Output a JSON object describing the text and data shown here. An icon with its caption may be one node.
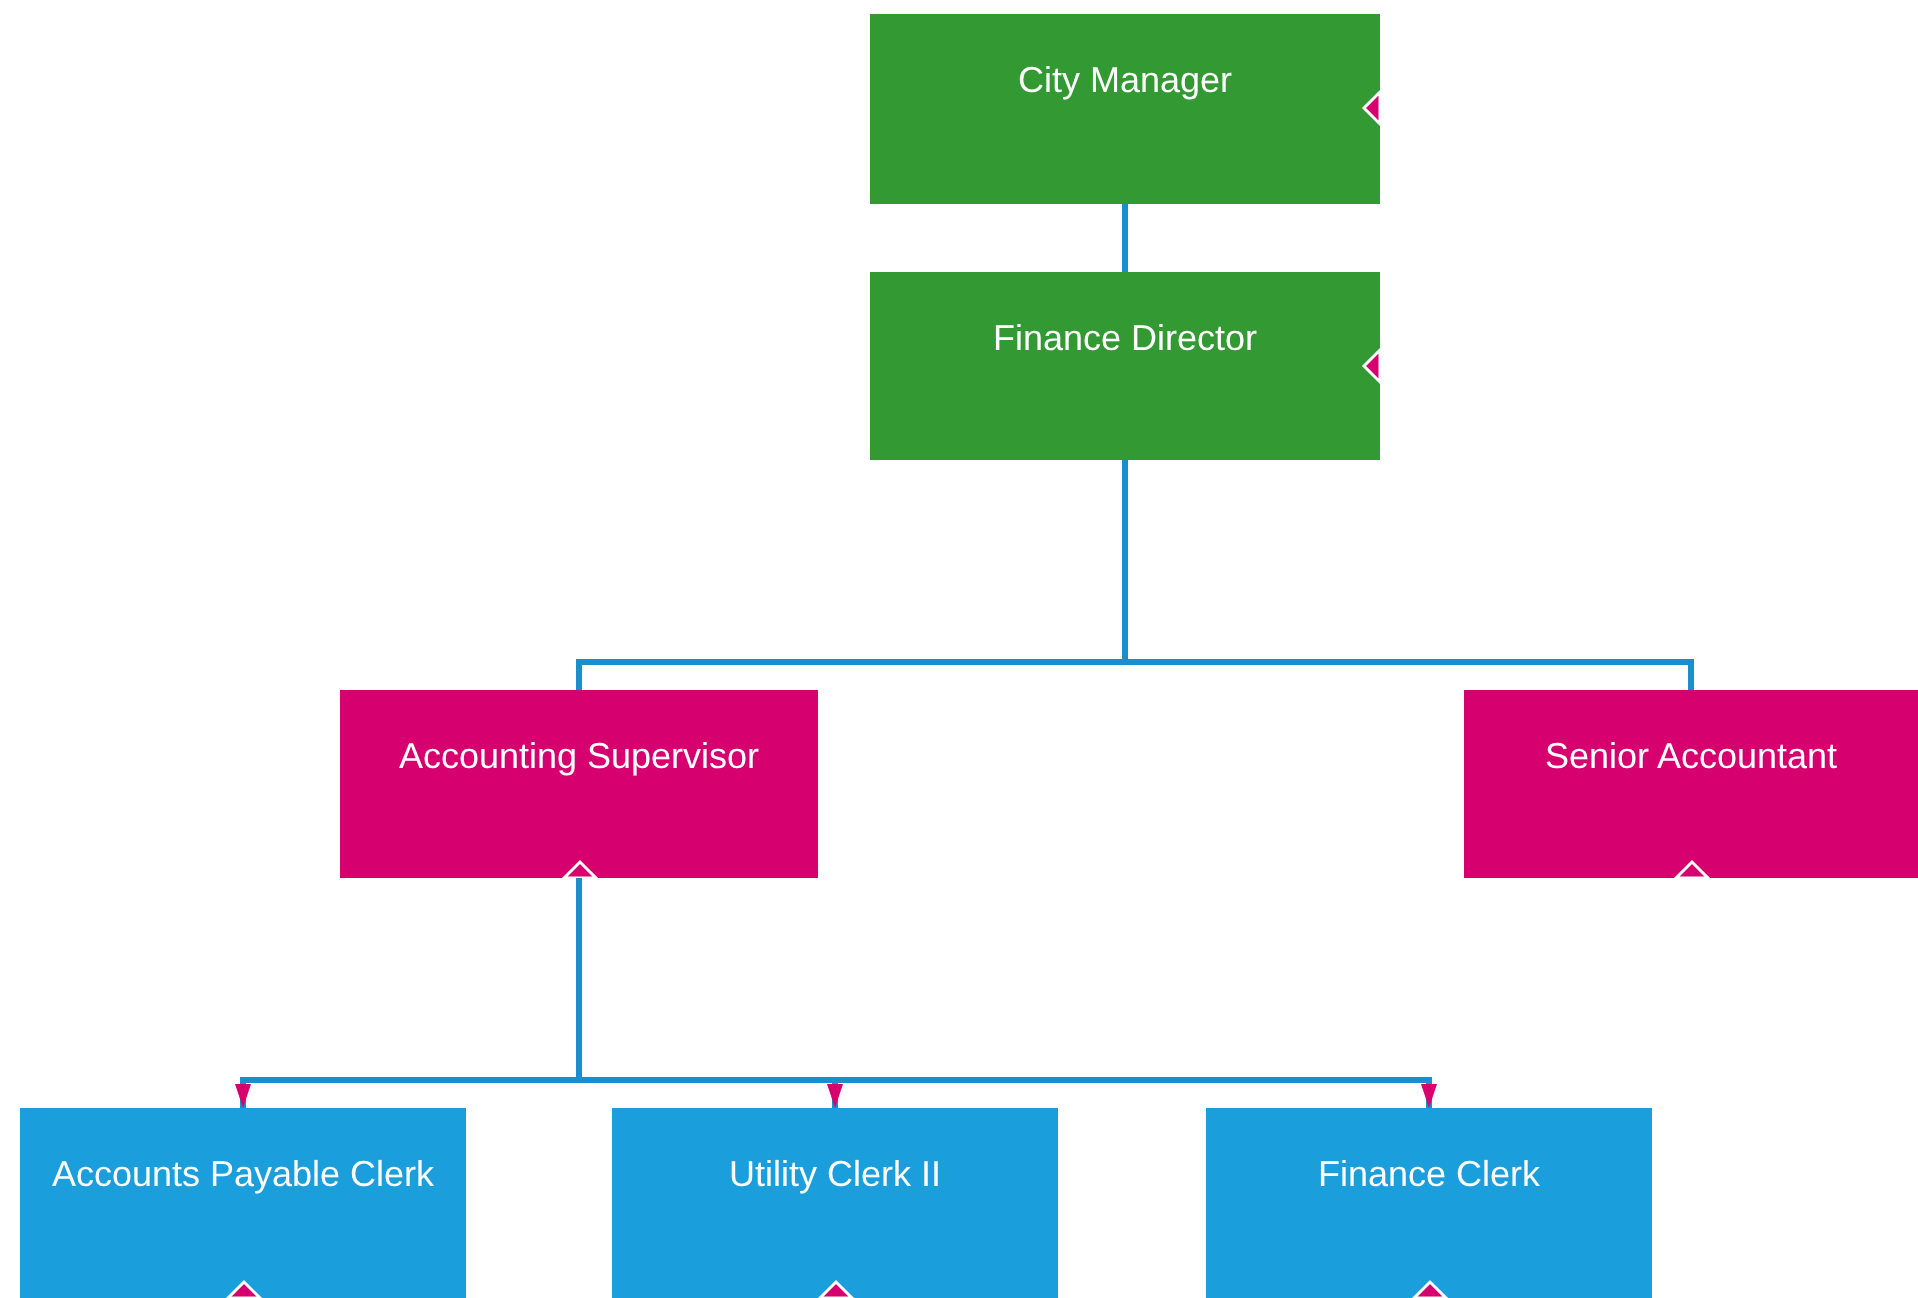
{
  "diagram": {
    "nodes": [
      {
        "text": [
          "City Manager"
        ]
      },
      {
        "text": [
          "Finance Director"
        ]
      },
      {
        "text": [
          "Accounting Supervisor"
        ]
      },
      {
        "text": [
          "Senior Accountant"
        ]
      },
      {
        "text": [
          "Accounts Payable Clerk"
        ]
      },
      {
        "text": [
          "Utility Clerk II"
        ]
      },
      {
        "text": [
          "Finance Clerk"
        ]
      }
    ],
    "edges": [
      {
        "from": 0,
        "to": 1,
        "arrow": "none"
      },
      {
        "from": 1,
        "to": 2,
        "arrow": "none"
      },
      {
        "from": 1,
        "to": 3,
        "arrow": "none"
      },
      {
        "from": 2,
        "to": 4,
        "arrow": "to"
      },
      {
        "from": 2,
        "to": 5,
        "arrow": "to"
      },
      {
        "from": 2,
        "to": 6,
        "arrow": "to"
      }
    ]
  }
}
